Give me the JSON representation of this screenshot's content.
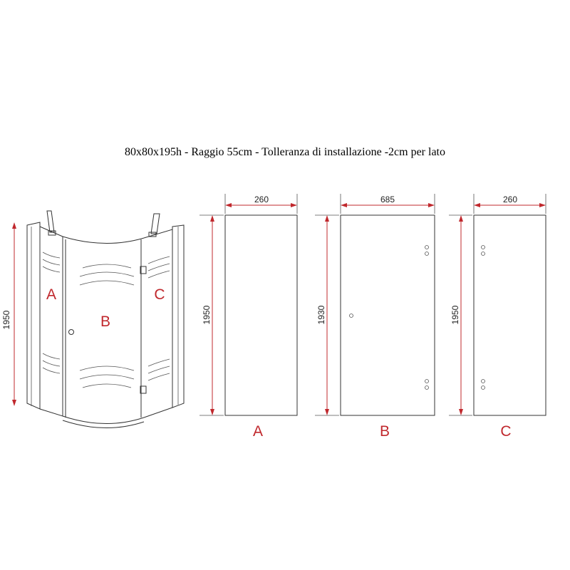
{
  "title": "80x80x195h - Raggio 55cm - Tolleranza di installazione -2cm per lato",
  "overall": {
    "height_label": "1950"
  },
  "panels": [
    {
      "letter": "A",
      "width_label": "260",
      "height_label": "1950"
    },
    {
      "letter": "B",
      "width_label": "685",
      "height_label": "1930"
    },
    {
      "letter": "C",
      "width_label": "260",
      "height_label": "1950"
    }
  ],
  "colors": {
    "dimension": "#c0282d",
    "line": "#333333",
    "letter": "#c0282d"
  }
}
